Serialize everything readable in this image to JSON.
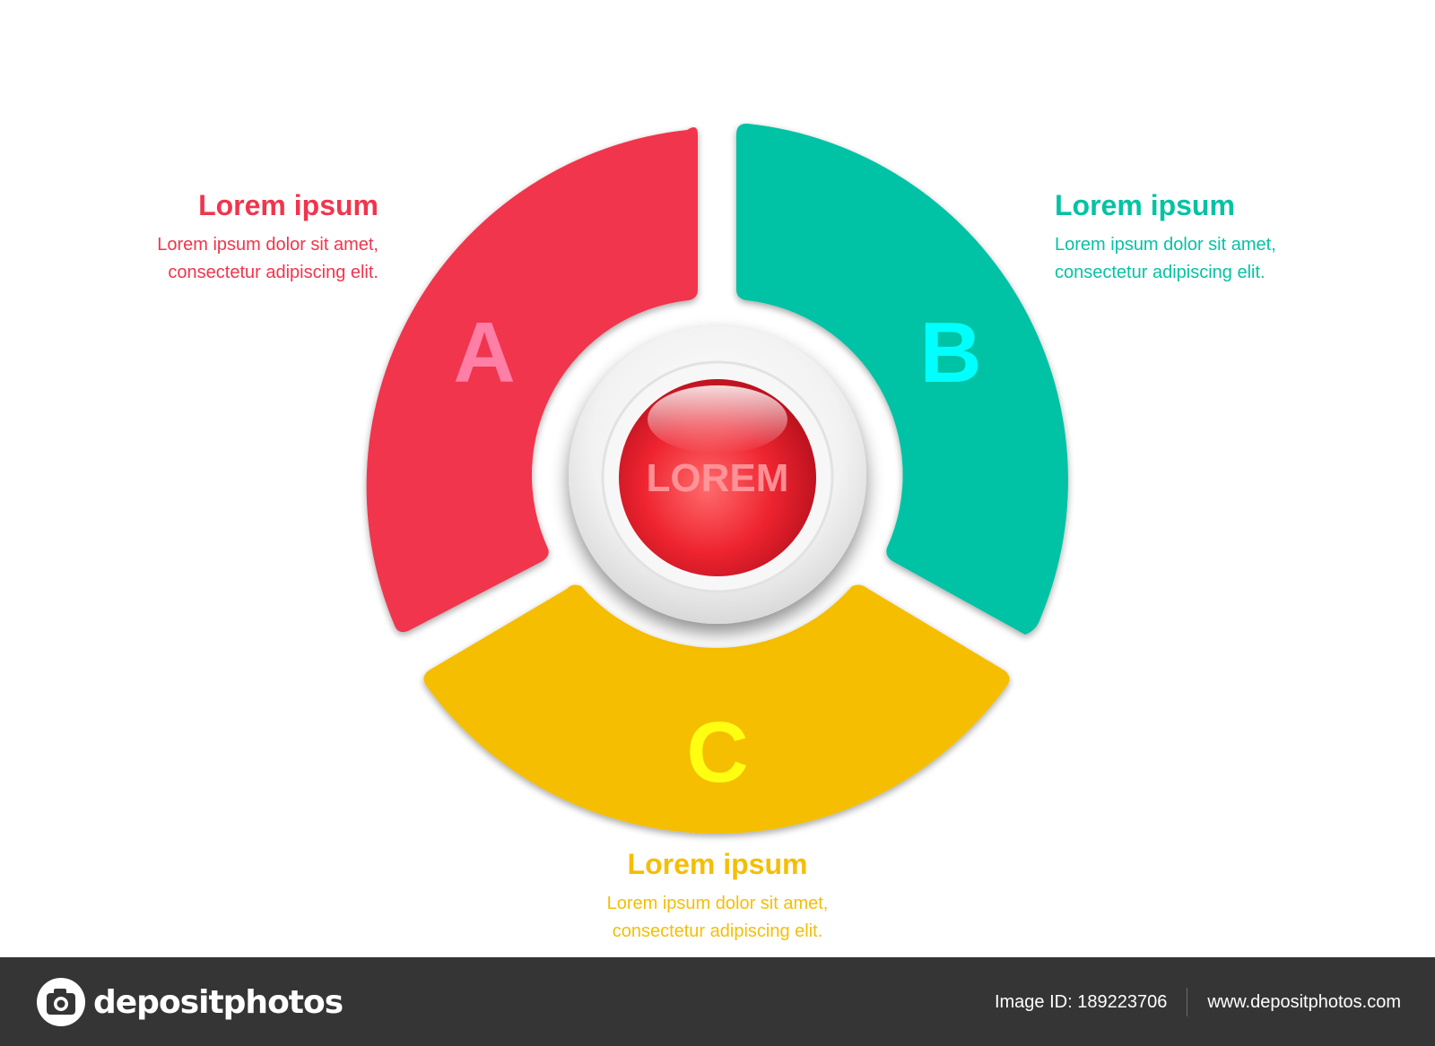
{
  "colors": {
    "segment_a": "#f0354d",
    "segment_b": "#05c2a4",
    "segment_c": "#f5be06",
    "center": "#ee2430",
    "letter_a": "#ff7fa6",
    "letter_b": "#00ffff",
    "letter_c": "#ffff12",
    "footer_bg": "#353535"
  },
  "segments": [
    {
      "letter": "A",
      "title": "Lorem ipsum",
      "line1": "Lorem ipsum dolor sit amet,",
      "line2": "consectetur adipiscing elit."
    },
    {
      "letter": "B",
      "title": "Lorem ipsum",
      "line1": "Lorem ipsum dolor sit amet,",
      "line2": "consectetur adipiscing elit."
    },
    {
      "letter": "C",
      "title": "Lorem ipsum",
      "line1": "Lorem ipsum dolor sit amet,",
      "line2": "consectetur adipiscing elit."
    }
  ],
  "center": {
    "label": "LOREM"
  },
  "footer": {
    "logo_text": "depositphotos",
    "logo_icon": "camera-icon",
    "image_id": "Image ID: 189223706",
    "site": "www.depositphotos.com"
  }
}
